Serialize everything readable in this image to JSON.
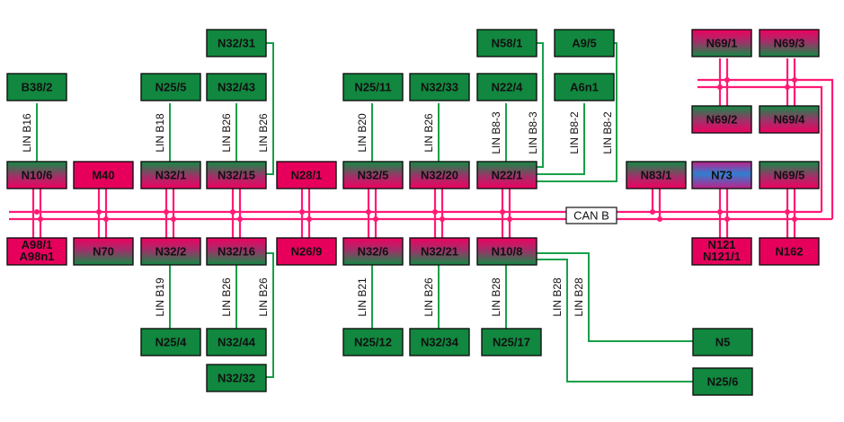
{
  "bus": {
    "label": "CAN B",
    "color": "#ff1a75"
  },
  "colors": {
    "green": "#11873f",
    "pink": "#e6005c",
    "green_line": "#18a04a",
    "blue": "#2f7fd1"
  },
  "nodes": {
    "n_b38_2": {
      "lines": [
        "B38/2"
      ],
      "style": "green"
    },
    "n_n25_5": {
      "lines": [
        "N25/5"
      ],
      "style": "green"
    },
    "n_n32_31": {
      "lines": [
        "N32/31"
      ],
      "style": "green"
    },
    "n_n32_43": {
      "lines": [
        "N32/43"
      ],
      "style": "green"
    },
    "n_n25_11": {
      "lines": [
        "N25/11"
      ],
      "style": "green"
    },
    "n_n32_33": {
      "lines": [
        "N32/33"
      ],
      "style": "green"
    },
    "n_n58_1": {
      "lines": [
        "N58/1"
      ],
      "style": "green"
    },
    "n_n22_4": {
      "lines": [
        "N22/4"
      ],
      "style": "green"
    },
    "n_a9_5": {
      "lines": [
        "A9/5"
      ],
      "style": "green"
    },
    "n_a6n1": {
      "lines": [
        "A6n1"
      ],
      "style": "green"
    },
    "n_n69_1": {
      "lines": [
        "N69/1"
      ],
      "style": "pg"
    },
    "n_n69_3": {
      "lines": [
        "N69/3"
      ],
      "style": "pg"
    },
    "n_n69_2": {
      "lines": [
        "N69/2"
      ],
      "style": "gp"
    },
    "n_n69_4": {
      "lines": [
        "N69/4"
      ],
      "style": "gp"
    },
    "n_n10_6": {
      "lines": [
        "N10/6"
      ],
      "style": "gp"
    },
    "n_m40": {
      "lines": [
        "M40"
      ],
      "style": "pink"
    },
    "n_n32_1": {
      "lines": [
        "N32/1"
      ],
      "style": "gp"
    },
    "n_n32_15": {
      "lines": [
        "N32/15"
      ],
      "style": "gp"
    },
    "n_n28_1": {
      "lines": [
        "N28/1"
      ],
      "style": "pink"
    },
    "n_n32_5": {
      "lines": [
        "N32/5"
      ],
      "style": "gp"
    },
    "n_n32_20": {
      "lines": [
        "N32/20"
      ],
      "style": "gp"
    },
    "n_n22_1": {
      "lines": [
        "N22/1"
      ],
      "style": "gp"
    },
    "n_n83_1": {
      "lines": [
        "N83/1"
      ],
      "style": "gp"
    },
    "n_n73": {
      "lines": [
        "N73"
      ],
      "style": "blue"
    },
    "n_n69_5": {
      "lines": [
        "N69/5"
      ],
      "style": "gp"
    },
    "n_a98_1": {
      "lines": [
        "A98/1",
        "A98n1"
      ],
      "style": "pink"
    },
    "n_n70": {
      "lines": [
        "N70"
      ],
      "style": "pg"
    },
    "n_n32_2": {
      "lines": [
        "N32/2"
      ],
      "style": "pg"
    },
    "n_n32_16": {
      "lines": [
        "N32/16"
      ],
      "style": "pg"
    },
    "n_n26_9": {
      "lines": [
        "N26/9"
      ],
      "style": "pink"
    },
    "n_n32_6": {
      "lines": [
        "N32/6"
      ],
      "style": "pg"
    },
    "n_n32_21": {
      "lines": [
        "N32/21"
      ],
      "style": "pg"
    },
    "n_n10_8": {
      "lines": [
        "N10/8"
      ],
      "style": "pg"
    },
    "n_n121": {
      "lines": [
        "N121",
        "N121/1"
      ],
      "style": "pink"
    },
    "n_n162": {
      "lines": [
        "N162"
      ],
      "style": "pink"
    },
    "n_n25_4": {
      "lines": [
        "N25/4"
      ],
      "style": "green"
    },
    "n_n32_44": {
      "lines": [
        "N32/44"
      ],
      "style": "green"
    },
    "n_n32_32": {
      "lines": [
        "N32/32"
      ],
      "style": "green"
    },
    "n_n25_12": {
      "lines": [
        "N25/12"
      ],
      "style": "green"
    },
    "n_n32_34": {
      "lines": [
        "N32/34"
      ],
      "style": "green"
    },
    "n_n25_17": {
      "lines": [
        "N25/17"
      ],
      "style": "green"
    },
    "n_n5": {
      "lines": [
        "N5"
      ],
      "style": "green"
    },
    "n_n25_6": {
      "lines": [
        "N25/6"
      ],
      "style": "green"
    }
  },
  "wire_labels": {
    "lin_b16": "LIN B16",
    "lin_b18": "LIN B18",
    "lin_b26_a": "LIN B26",
    "lin_b26_b": "LIN B26",
    "lin_b20": "LIN B20",
    "lin_b26_c": "LIN B26",
    "lin_b8_3_a": "LIN B8-3",
    "lin_b8_3_b": "LIN B8-3",
    "lin_b8_2_a": "LIN B8-2",
    "lin_b8_2_b": "LIN B8-2",
    "lin_b19": "LIN B19",
    "lin_b26_d": "LIN B26",
    "lin_b26_e": "LIN B26",
    "lin_b21": "LIN B21",
    "lin_b26_f": "LIN B26",
    "lin_b28_a": "LIN B28",
    "lin_b28_b": "LIN B28",
    "lin_b28_c": "LIN B28"
  }
}
